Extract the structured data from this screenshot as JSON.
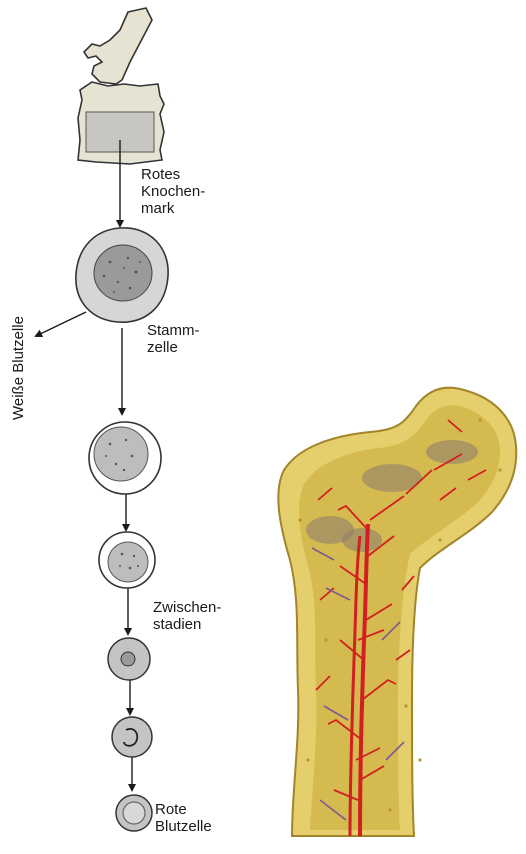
{
  "labels": {
    "rotes_knochenmark": [
      "Rotes",
      "Knochen-",
      "mark"
    ],
    "weisse_blutzelle": "Weiße Blutzelle",
    "stammzelle": [
      "Stamm-",
      "zelle"
    ],
    "zwischenstadien": [
      "Zwischen-",
      "stadien"
    ],
    "rote_blutzelle": [
      "Rote",
      "Blutzelle"
    ]
  },
  "colors": {
    "bone_fill": "#e6e3d2",
    "marrow_fill": "#c8c6c2",
    "cell_outer": "#d6d6d6",
    "nucleus": "#9a9a9a",
    "rbc": "#bdbdbd",
    "femur_bone": "#e4cf6c",
    "femur_spongy": "#c9aa3a",
    "vessel": "#d21f1f",
    "vessel_vein": "#7d5a92",
    "line": "#1a1a1a"
  }
}
